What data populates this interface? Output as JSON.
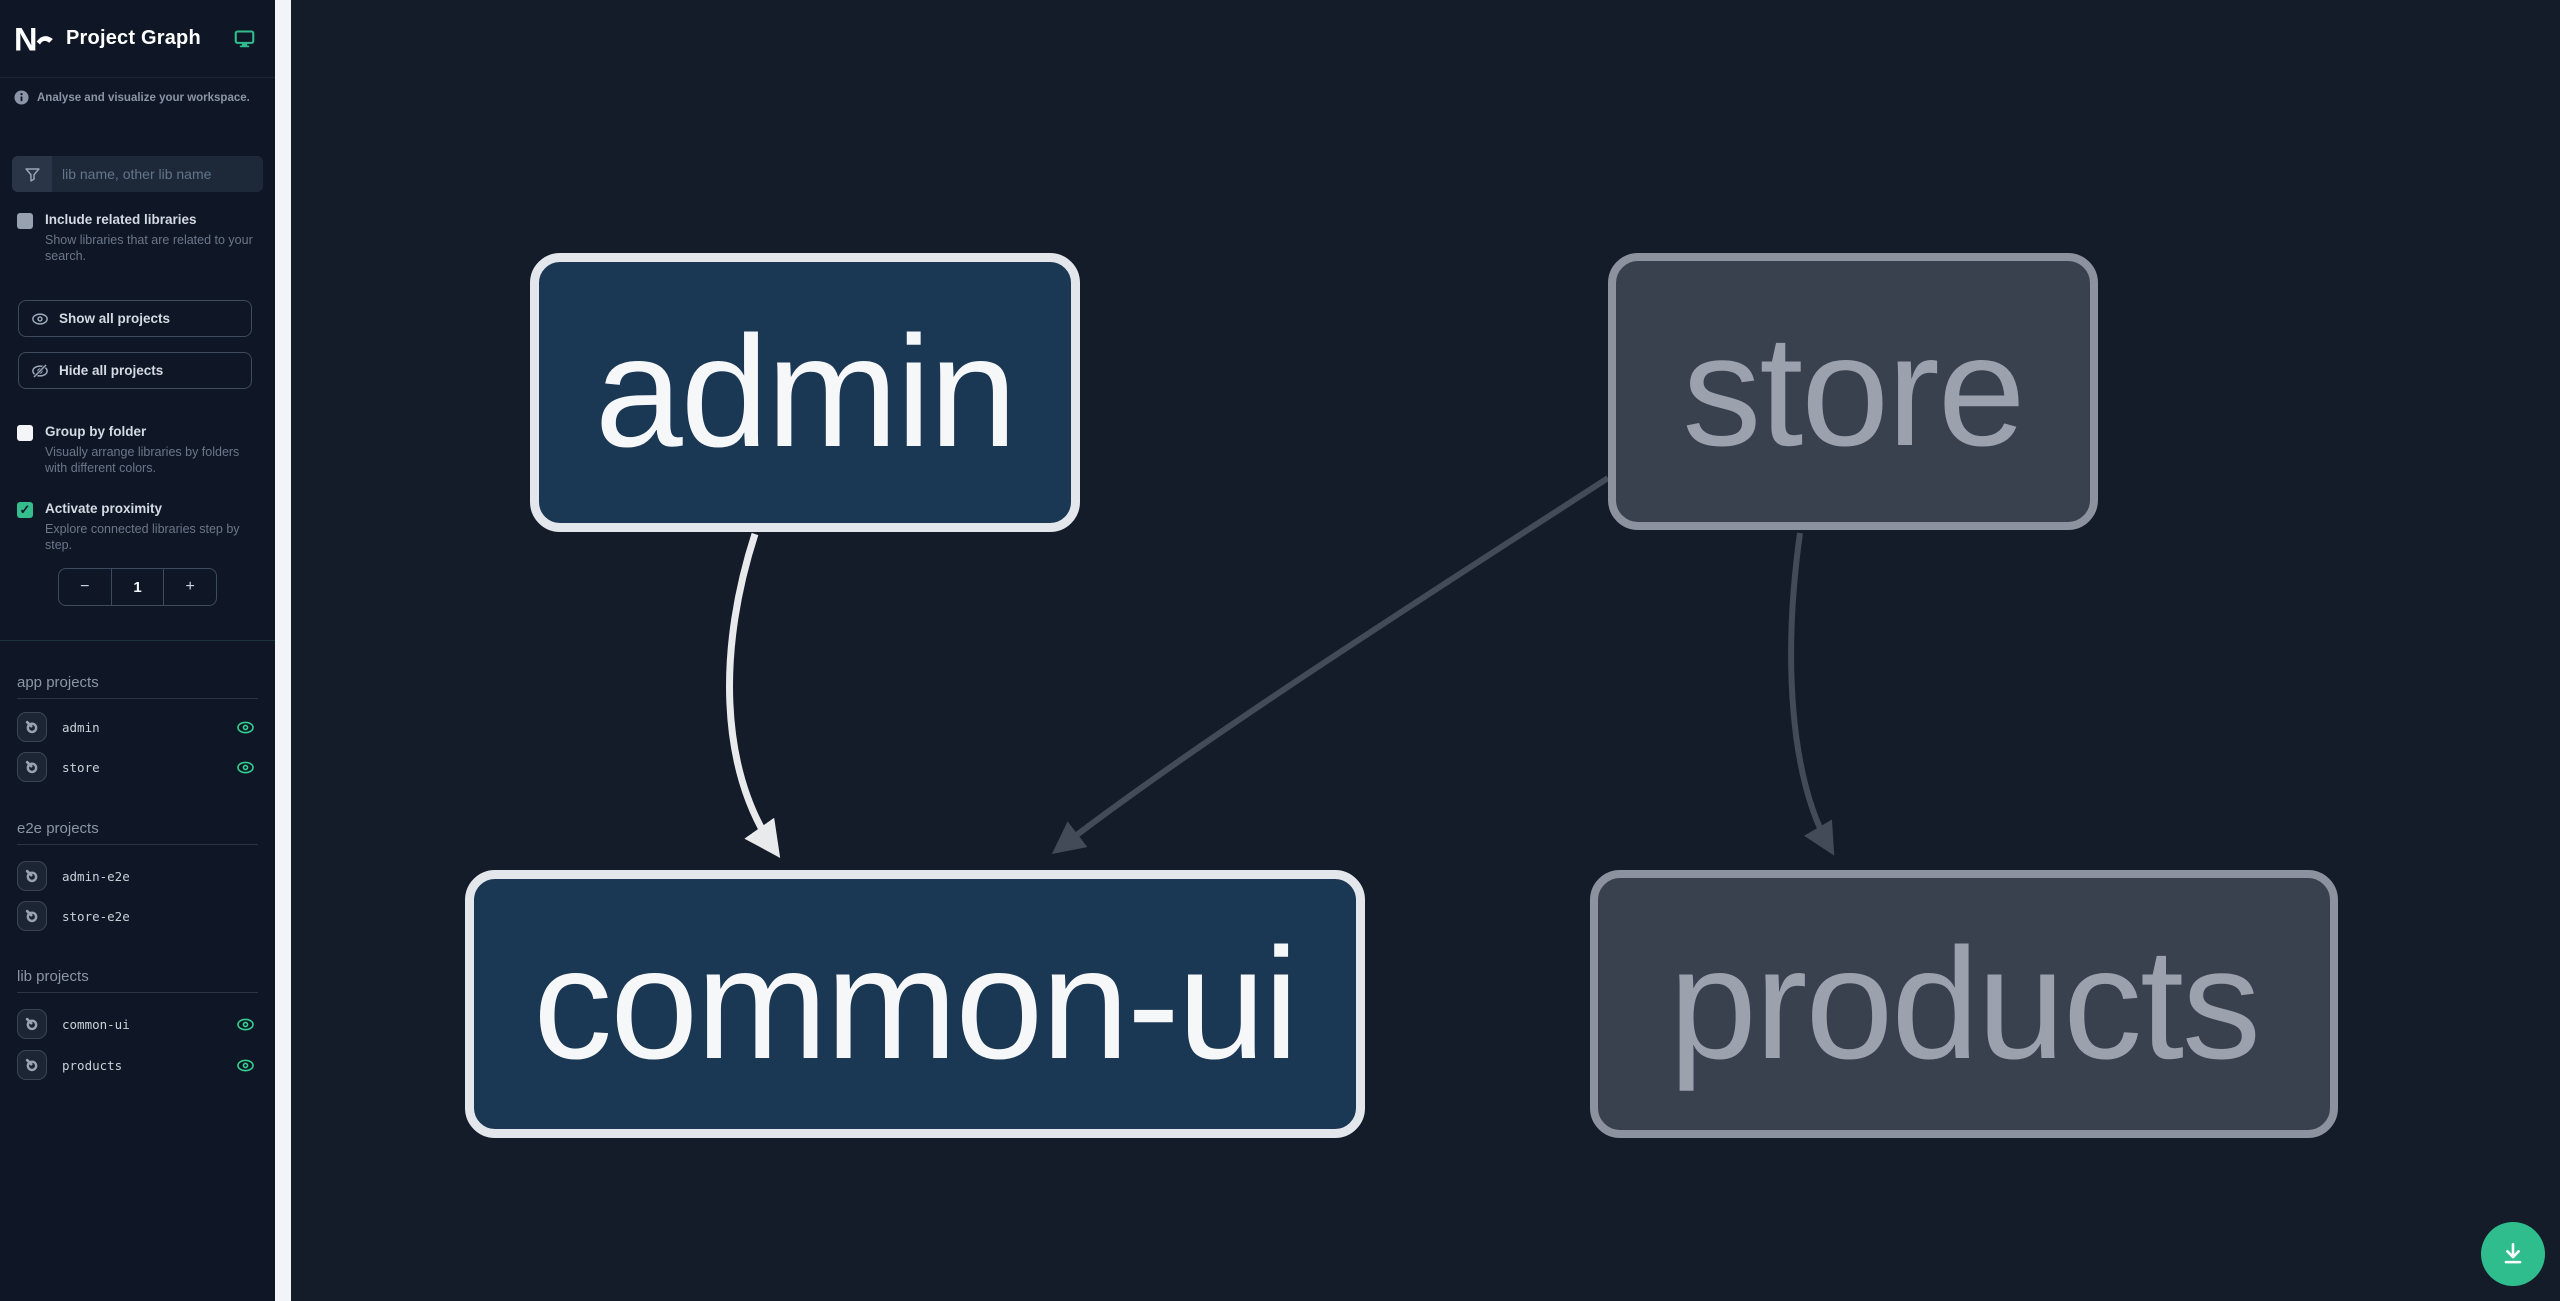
{
  "header": {
    "title": "Project Graph"
  },
  "sidebar": {
    "tagline": "Analyse and visualize your workspace.",
    "search": {
      "placeholder": "lib name, other lib name"
    },
    "toggles": [
      {
        "label": "Include related libraries",
        "description": "Show libraries that are related to your search.",
        "checked": false
      },
      {
        "label": "Group by folder",
        "description": "Visually arrange libraries by folders with different colors.",
        "checked": false
      },
      {
        "label": "Activate proximity",
        "description": "Explore connected libraries step by step.",
        "checked": true
      }
    ],
    "check_glyph": "✓",
    "actions": [
      {
        "label": "Show all projects",
        "icon": "eye-icon"
      },
      {
        "label": "Hide all projects",
        "icon": "eye-off-icon"
      }
    ],
    "stepper": {
      "decrement": "−",
      "value": "1",
      "increment": "+"
    },
    "sections": [
      {
        "title": "app projects",
        "items": [
          {
            "name": "admin",
            "visible": true
          },
          {
            "name": "store",
            "visible": true
          }
        ]
      },
      {
        "title": "e2e projects",
        "items": [
          {
            "name": "admin-e2e",
            "visible": false
          },
          {
            "name": "store-e2e",
            "visible": false
          }
        ]
      },
      {
        "title": "lib projects",
        "items": [
          {
            "name": "common-ui",
            "visible": true
          },
          {
            "name": "products",
            "visible": true
          }
        ]
      }
    ]
  },
  "graph": {
    "nodes": [
      {
        "label": "admin",
        "state": "highlighted"
      },
      {
        "label": "store",
        "state": "faded"
      },
      {
        "label": "common-ui",
        "state": "highlighted"
      },
      {
        "label": "products",
        "state": "faded"
      }
    ],
    "edges": [
      {
        "from": "admin",
        "to": "common-ui",
        "state": "highlighted"
      },
      {
        "from": "store",
        "to": "common-ui",
        "state": "faded"
      },
      {
        "from": "store",
        "to": "products",
        "state": "faded"
      }
    ],
    "colors": {
      "canvas_bg": "#141b29",
      "highlight_fill": "#1a3754",
      "highlight_border": "#e3e7ec",
      "faded_fill": "#3a414e",
      "faded_border": "#8d939e",
      "edge_highlight": "#e8eaec",
      "edge_faded": "#434b59",
      "accent_teal": "#2fbd8d"
    }
  },
  "fab": {
    "action": "download-image"
  }
}
